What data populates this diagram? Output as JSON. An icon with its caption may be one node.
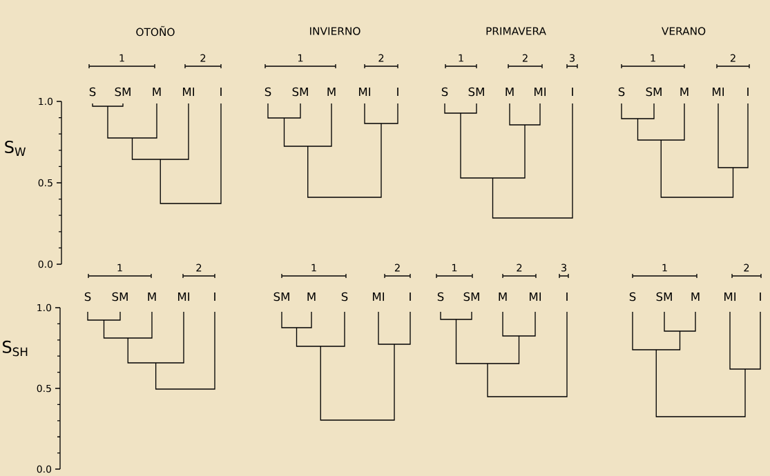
{
  "diagram": {
    "labels": [
      "OTOÑO",
      "INVIERNO",
      "PRIMAVERA",
      "VERANO",
      "1",
      "2",
      "1",
      "2",
      "1",
      "2",
      "3",
      "1",
      "2",
      "S",
      "SM",
      "M",
      "MI",
      "I",
      "S",
      "SM",
      "M",
      "MI",
      "I",
      "S",
      "SM",
      "M",
      "MI",
      "I",
      "S",
      "SM",
      "M",
      "MI",
      "I",
      "1.0",
      "S$_{W}$",
      "0.5",
      "0.0",
      "1",
      "2",
      "1",
      "2",
      "1",
      "2",
      "3",
      "1",
      "2",
      "S",
      "SM",
      "M",
      "MI",
      "I",
      "SM",
      "M",
      "S",
      "MI",
      "I",
      "S",
      "SM",
      "M",
      "MI",
      "I",
      "S",
      "SM",
      "M",
      "MI",
      "I",
      "1.0",
      "S$_{SH}$",
      "0.5",
      "0.0"
    ]
  }
}
